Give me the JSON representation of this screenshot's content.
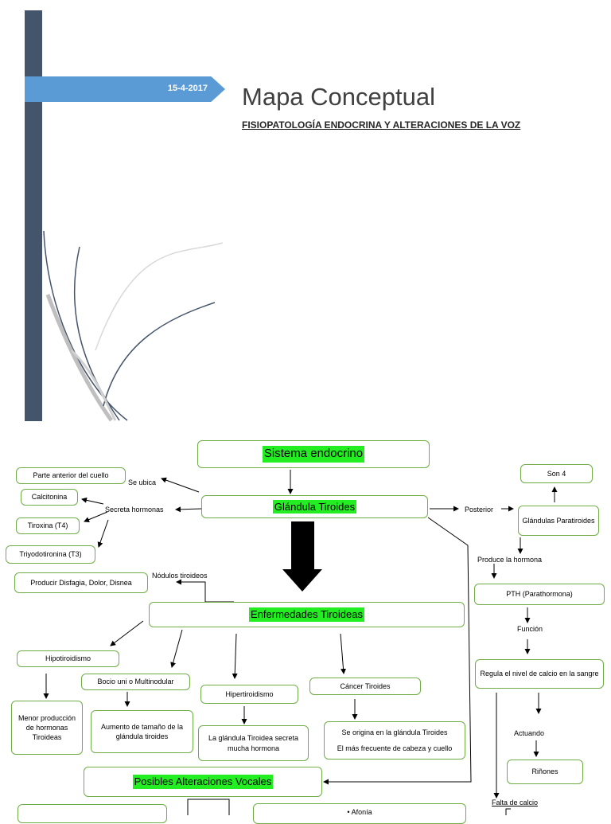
{
  "cover": {
    "date": "15-4-2017",
    "title": "Mapa Conceptual",
    "subtitle": "FISIOPATOLOGÍA ENDOCRINA Y ALTERACIONES DE LA VOZ",
    "colors": {
      "bar": "#44546a",
      "ribbon": "#5b9bd5"
    }
  },
  "map": {
    "root": "Sistema endocrino",
    "gland": "Glándula Tiroides",
    "diseases": "Enfermedades Tiroideas",
    "vocal": "Posibles Alteraciones Vocales",
    "link_ubica": "Se ubica",
    "link_secreta": "Secreta hormonas",
    "link_posterior": "Posterior",
    "link_nodulos": "Nódulos tiroideos",
    "location": "Parte anterior del cuello",
    "hormones": [
      "Calcitonina",
      "Tiroxina (T4)",
      "Triyodotironina (T3)"
    ],
    "nodule_effect": "Producir Disfagia, Dolor, Disnea",
    "hipo": "Hipotiroidismo",
    "hipo_effect": "Menor producción de hormonas Tiroideas",
    "bocio": "Bocio uni o Multinodular",
    "bocio_effect": "Aumento de tamaño de la glándula tiroides",
    "hiper": "Hipertiroidismo",
    "hiper_effect": "La glándula Tiroidea secreta mucha hormona",
    "cancer": "Cáncer Tiroides",
    "cancer_effect_1": "Se origina en la glándula Tiroides",
    "cancer_effect_2": "El más frecuente de cabeza y cuello",
    "vocal_item_1": "Afonía",
    "parat": {
      "count": "Son 4",
      "name": "Glándulas Paratiroides",
      "produce": "Produce la hormona",
      "pth": "PTH (Parathormona)",
      "funcion": "Función",
      "role": "Regula el nivel de calcio en la sangre",
      "actuando": "Actuando",
      "target": "Riñones",
      "falta": "Falta de calcio"
    },
    "colors": {
      "border": "#70ad47",
      "highlight": "#22ee22"
    }
  }
}
